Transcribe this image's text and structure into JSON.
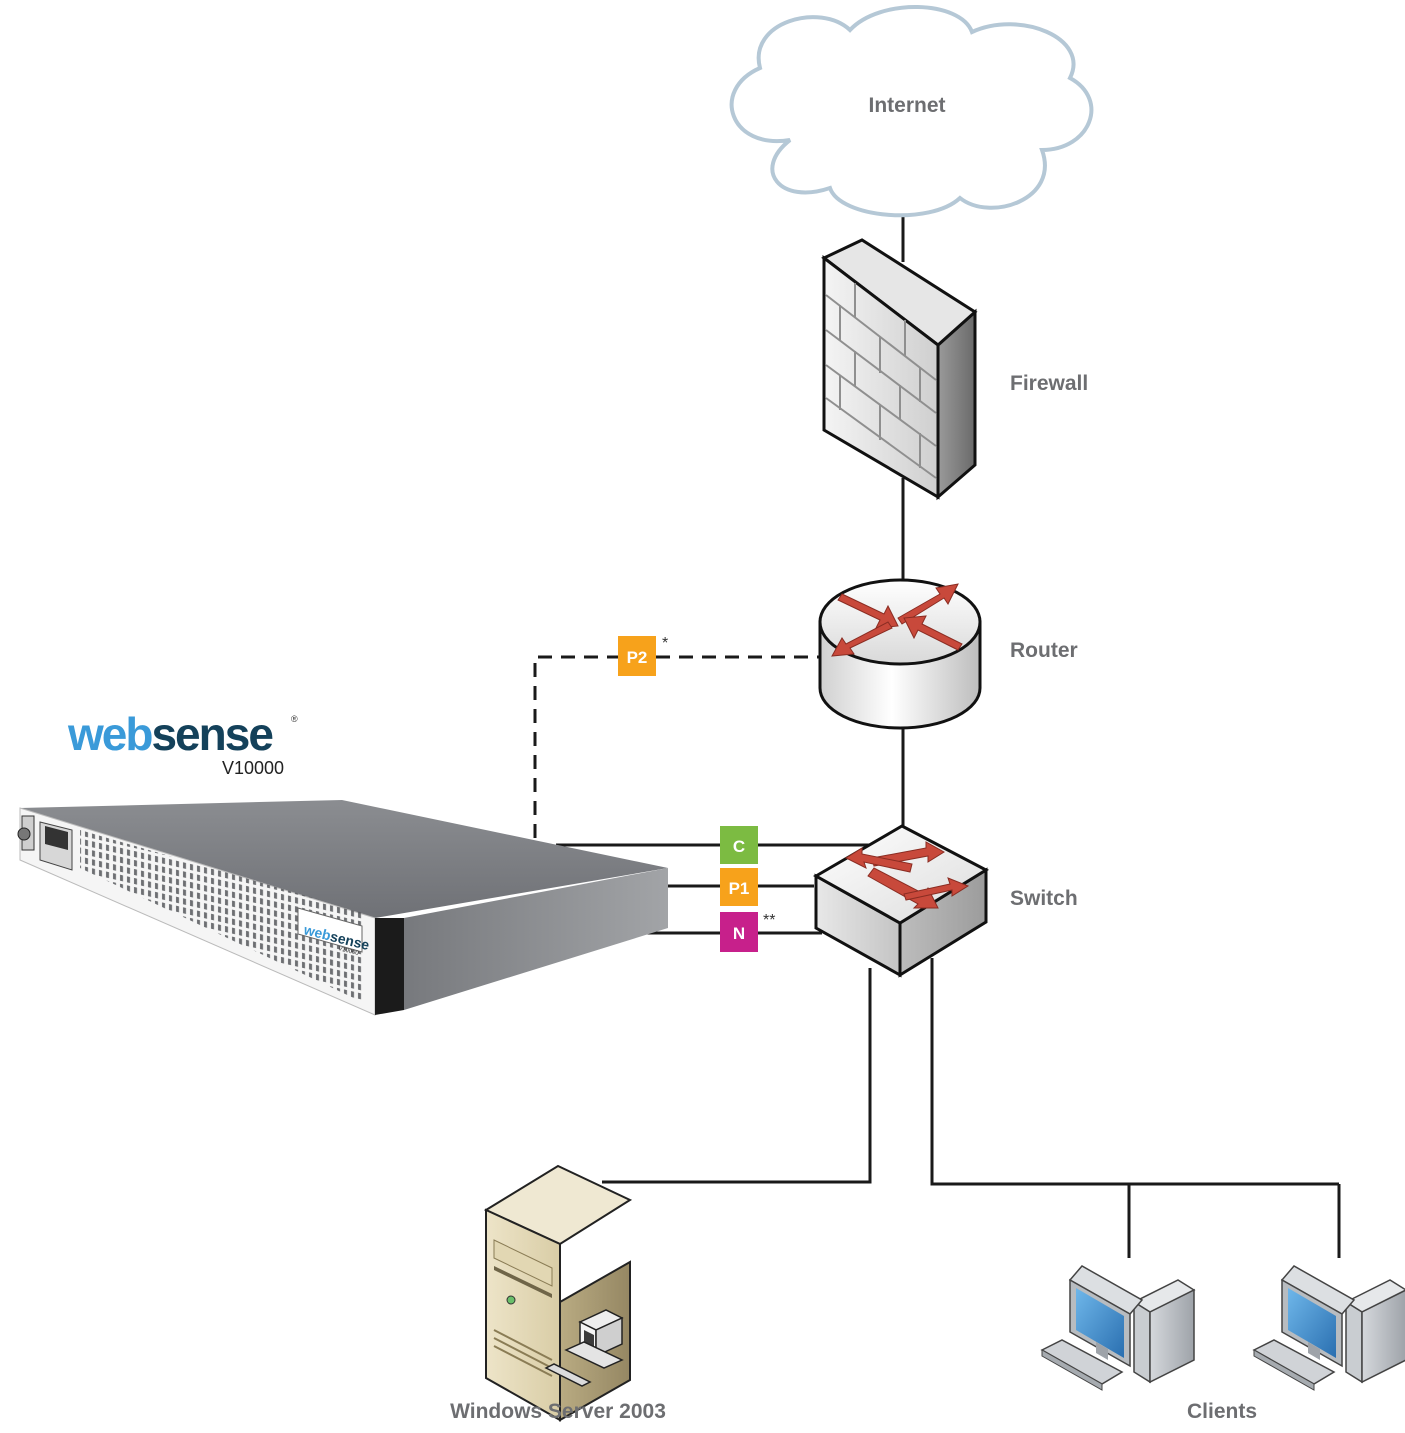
{
  "nodes": {
    "internet": "Internet",
    "firewall": "Firewall",
    "router": "Router",
    "switch": "Switch",
    "server": "Windows Server 2003",
    "clients": "Clients"
  },
  "appliance": {
    "brand_prefix": "web",
    "brand_suffix": "sense",
    "trademark": "®",
    "model": "V10000"
  },
  "interfaces": {
    "c": {
      "label": "C",
      "color": "#7cbb42"
    },
    "p1": {
      "label": "P1",
      "color": "#f7a21b"
    },
    "p2": {
      "label": "P2",
      "color": "#f7a21b",
      "note": "*"
    },
    "n": {
      "label": "N",
      "color": "#c7208b",
      "note": "**"
    }
  },
  "colors": {
    "cloud_stroke": "#b5c8d6",
    "arrow_red": "#c8493b",
    "label_gray": "#6d6e71"
  }
}
